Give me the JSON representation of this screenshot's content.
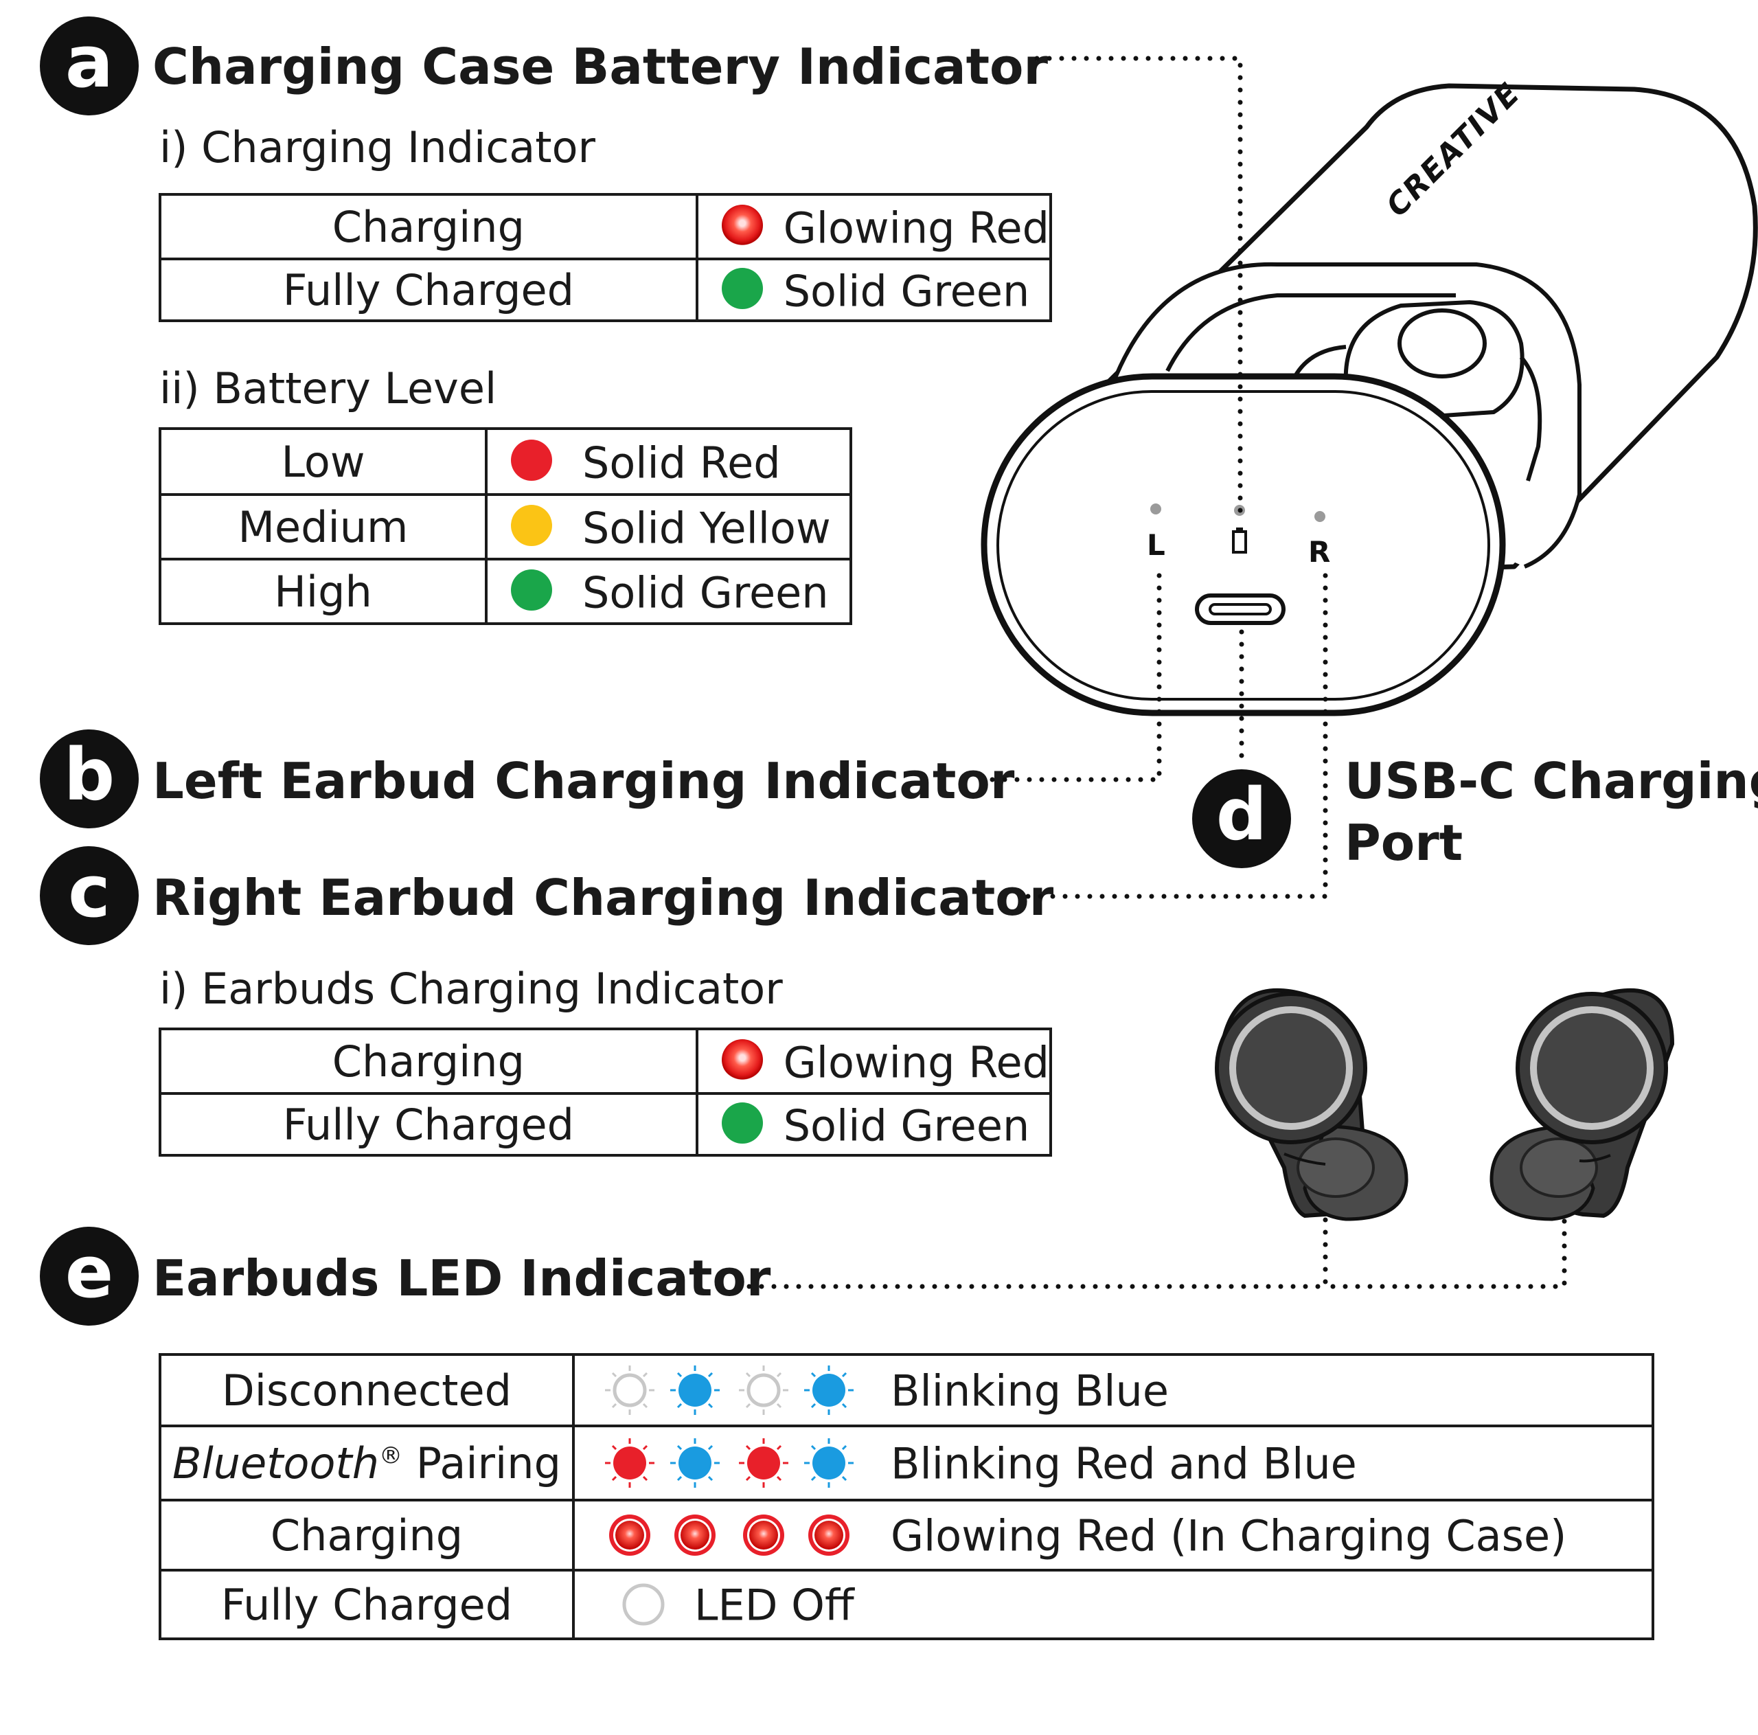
{
  "sections": {
    "a": {
      "badge": "a",
      "title": "Charging Case Battery Indicator",
      "charging_indicator": {
        "subtitle": "i) Charging Indicator",
        "rows": [
          {
            "state": "Charging",
            "led": "Glowing Red",
            "color": "glowing-red"
          },
          {
            "state": "Fully Charged",
            "led": "Solid Green",
            "color": "solid-green"
          }
        ]
      },
      "battery_level": {
        "subtitle": "ii) Battery Level",
        "rows": [
          {
            "state": "Low",
            "led": "Solid Red",
            "color": "solid-red"
          },
          {
            "state": "Medium",
            "led": "Solid Yellow",
            "color": "solid-yellow"
          },
          {
            "state": "High",
            "led": "Solid Green",
            "color": "solid-green"
          }
        ]
      }
    },
    "b": {
      "badge": "b",
      "title": "Left Earbud Charging Indicator"
    },
    "c": {
      "badge": "c",
      "title": "Right Earbud Charging Indicator",
      "earbuds_charging": {
        "subtitle": "i) Earbuds Charging Indicator",
        "rows": [
          {
            "state": "Charging",
            "led": "Glowing Red",
            "color": "glowing-red"
          },
          {
            "state": "Fully Charged",
            "led": "Solid Green",
            "color": "solid-green"
          }
        ]
      }
    },
    "d": {
      "badge": "d",
      "title_line1": "USB-C Charging",
      "title_line2": "Port"
    },
    "e": {
      "badge": "e",
      "title": "Earbuds LED Indicator",
      "rows": [
        {
          "state": "Disconnected",
          "led": "Blinking Blue"
        },
        {
          "state_italic": "Bluetooth",
          "state_sup": "®",
          "state_rest": " Pairing",
          "led": "Blinking Red and Blue"
        },
        {
          "state": "Charging",
          "led": "Glowing Red (In Charging Case)"
        },
        {
          "state": "Fully Charged",
          "led": "LED Off"
        }
      ]
    }
  },
  "case_labels": {
    "left": "L",
    "right": "R",
    "brand": "CREATIVE"
  },
  "colors": {
    "red": "#e8202a",
    "green": "#1aa64a",
    "yellow": "#fbc415",
    "blue": "#1a9be0",
    "off": "#c8c8c8",
    "ink": "#1a1a1a"
  }
}
